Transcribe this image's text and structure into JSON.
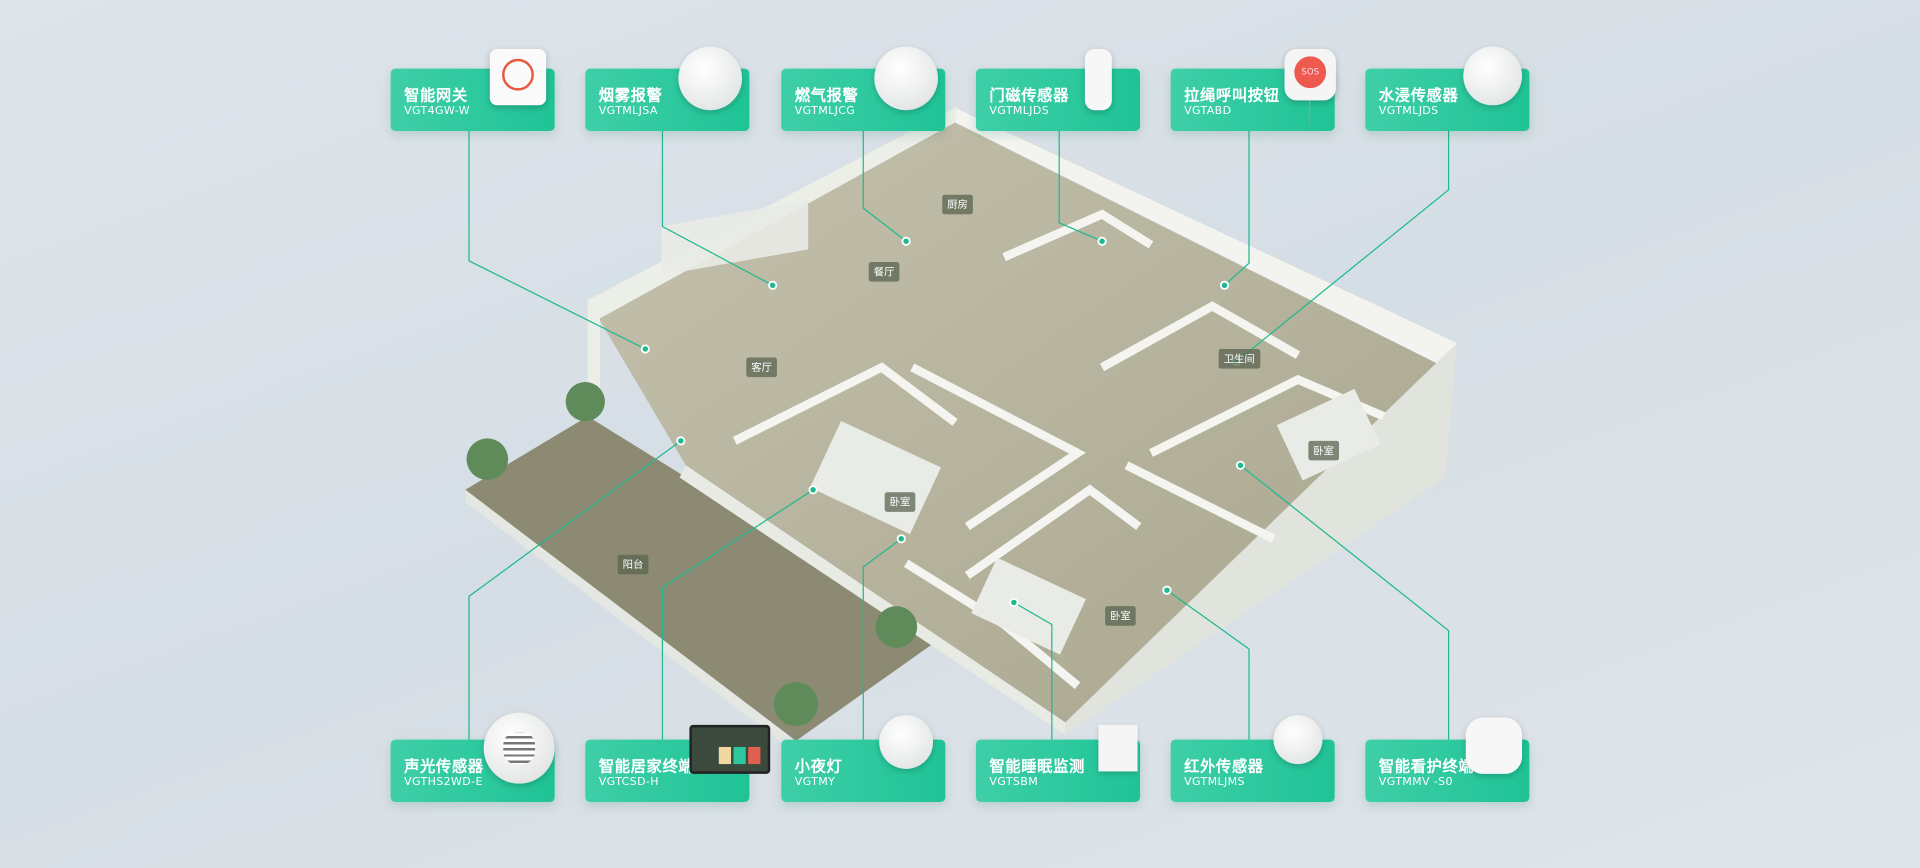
{
  "devices_top": [
    {
      "name": "智能网关",
      "model": "VGT4GW-W",
      "icon": "gateway"
    },
    {
      "name": "烟雾报警",
      "model": "VGTMLJSA",
      "icon": "smoke-alarm"
    },
    {
      "name": "燃气报警",
      "model": "VGTMLJCG",
      "icon": "gas-alarm"
    },
    {
      "name": "门磁传感器",
      "model": "VGTMLJDS",
      "icon": "door-sensor"
    },
    {
      "name": "拉绳呼叫按钮",
      "model": "VGTABD",
      "icon": "sos-button",
      "badge": "SOS"
    },
    {
      "name": "水浸传感器",
      "model": "VGTMLJDS",
      "icon": "water-sensor"
    }
  ],
  "devices_bottom": [
    {
      "name": "声光传感器",
      "model": "VGTHS2WD-E",
      "icon": "siren"
    },
    {
      "name": "智能居家终端",
      "model": "VGTCSD-H",
      "icon": "tablet"
    },
    {
      "name": "小夜灯",
      "model": "VGTMY",
      "icon": "night-light"
    },
    {
      "name": "智能睡眠监测",
      "model": "VGTSBM",
      "icon": "sleep-monitor"
    },
    {
      "name": "红外传感器",
      "model": "VGTMLJMS",
      "icon": "pir-sensor"
    },
    {
      "name": "智能看护终端",
      "model": "VGTMMV -S0",
      "icon": "care-terminal"
    }
  ],
  "rooms": {
    "kitchen": "厨房",
    "dining": "餐厅",
    "living": "客厅",
    "bath": "卫生间",
    "bed1": "卧室",
    "bed2": "卧室",
    "bed3": "卧室",
    "balcony": "阳台"
  },
  "colors": {
    "card": "#2cc79d",
    "line": "#1fb98f"
  }
}
